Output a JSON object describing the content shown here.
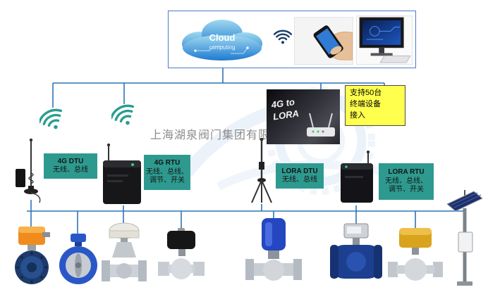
{
  "watermark": {
    "company": "上海湖泉阀门集团有限公司"
  },
  "cloud": {
    "title": "Cloud",
    "subtitle": "computing"
  },
  "gateway": {
    "line1": "4G to",
    "line2": "LORA"
  },
  "note": {
    "lines": [
      "支持50台",
      "终端设备",
      "接入"
    ]
  },
  "labels": {
    "dtu4g": {
      "title": "4G DTU",
      "lines": [
        "无线、总线"
      ]
    },
    "rtu4g": {
      "title": "4G RTU",
      "lines": [
        "无线、总线、",
        "调节、开关"
      ]
    },
    "lora_dtu": {
      "title": "LORA DTU",
      "lines": [
        "无线、总线"
      ]
    },
    "lora_rtu": {
      "title": "LORA RTU",
      "lines": [
        "无线、总线、",
        "调节、开关"
      ]
    }
  },
  "icons": [
    "cloud-computing-illustration",
    "wifi-icon",
    "phone-in-hand-photo",
    "computer-monitor-photo",
    "wifi-signal-icon-left",
    "wifi-signal-icon-right",
    "antenna-dtu-device",
    "rtu-box-device",
    "gateway-router-photo",
    "gateway-antenna",
    "lora-rtu-device"
  ],
  "products": [
    {
      "name": "electric-butterfly-valve-orange"
    },
    {
      "name": "butterfly-valve-blue"
    },
    {
      "name": "pneumatic-control-valve"
    },
    {
      "name": "electric-ball-valve-black"
    },
    {
      "name": "electric-globe-valve-blue"
    },
    {
      "name": "electromagnetic-flowmeter"
    },
    {
      "name": "electric-ball-valve-gold"
    },
    {
      "name": "solar-monitoring-pole"
    }
  ],
  "colors": {
    "connector_line": "#2e75b6",
    "label_background": "#2e9a8f",
    "note_background": "#ffff4d",
    "top_box_border": "#4a7cc7"
  }
}
